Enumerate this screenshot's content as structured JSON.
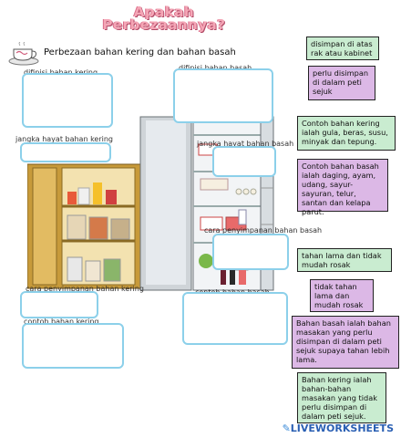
{
  "title_line1": "Apakah",
  "title_line2": "Perbezaannya?",
  "subtitle": "Perbezaan bahan kering dan bahan basah",
  "labels": {
    "definisi_kering": "difinisi bahan kering",
    "definisi_basah": "difinisi bahan basah",
    "jangka_kering": "jangka hayat bahan kering",
    "jangka_basah": "jangka hayat bahan basah",
    "cara_basah": "cara penyimpanan bahan basah",
    "cara_kering": "cara penyimpanan bahan kering",
    "contoh_basah": "contoh bahan basah",
    "contoh_kering": "contoh bahan kering"
  },
  "cards": {
    "c1": "disimpan di atas rak atau kabinet",
    "c2": "perlu disimpan di dalam peti sejuk",
    "c3": "Contoh bahan kering ialah gula, beras, susu, minyak dan tepung.",
    "c4": "Contoh bahan basah ialah daging, ayam, udang, sayur-sayuran, telur, santan dan kelapa parut.",
    "c5": "tahan lama dan tidak mudah rosak",
    "c6": "tidak tahan lama dan mudah rosak",
    "c7": "Bahan basah ialah bahan masakan yang perlu disimpan di dalam peti sejuk supaya tahan lebih lama.",
    "c8": "Bahan kering ialah bahan-bahan masakan yang tidak perlu disimpan di dalam peti sejuk."
  },
  "watermark": "LIVEWORKSHEETS",
  "colors": {
    "box_border": "#8cd0ea",
    "green_card": "#c9ecd0",
    "purple_card": "#dcb8e6",
    "title": "#f4a6b6"
  }
}
